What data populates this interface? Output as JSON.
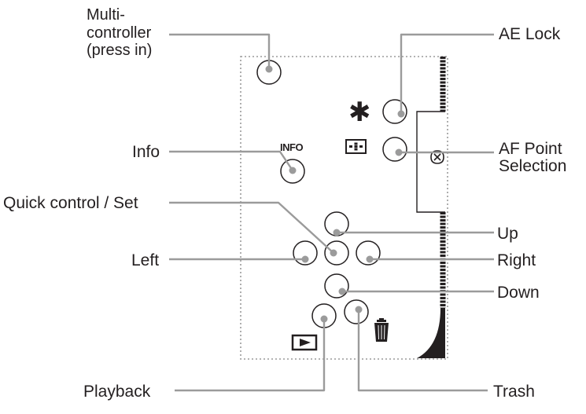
{
  "labels": {
    "multi_controller": [
      "Multi-",
      "controller",
      "(press in)"
    ],
    "ae_lock": "AE Lock",
    "info": "Info",
    "af_point_selection": [
      "AF Point",
      "Selection"
    ],
    "quick_control_set": "Quick control / Set",
    "up": "Up",
    "left": "Left",
    "right": "Right",
    "down": "Down",
    "playback": "Playback",
    "trash": "Trash"
  },
  "camera_markings": {
    "info_button_text": "INFO",
    "ae_lock_symbol": "✱",
    "playback_symbol": "play-icon",
    "trash_symbol": "trash-icon",
    "af_point_symbol": "af-point-grid-icon"
  },
  "colors": {
    "text": "#231f20",
    "leader_line": "#9b9b9b",
    "body_outline": "#9a9a9a"
  }
}
